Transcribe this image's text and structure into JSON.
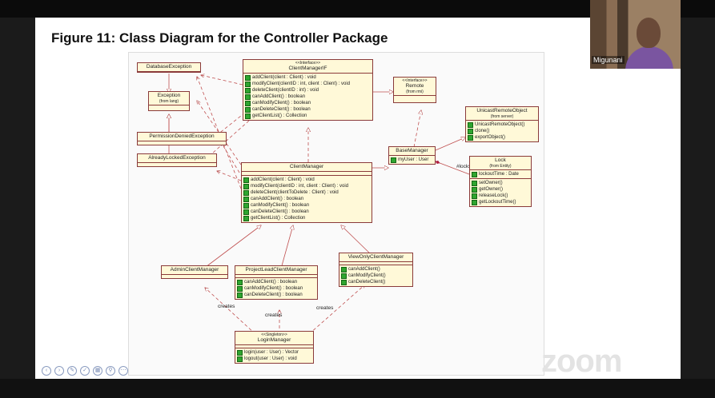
{
  "slide": {
    "title": "Figure 11:  Class Diagram for the Controller Package"
  },
  "diagram": {
    "classes": [
      {
        "id": "database-exception",
        "name": "DatabaseException",
        "ops": []
      },
      {
        "id": "exception",
        "name": "Exception",
        "sub": "(from lang)",
        "ops": []
      },
      {
        "id": "permission-denied-exception",
        "name": "PermissionDeniedException",
        "ops": []
      },
      {
        "id": "already-locked-exception",
        "name": "AlreadyLockedException",
        "ops": []
      },
      {
        "id": "client-manager-if",
        "stereo": "<<Interface>>",
        "name": "ClientManagerIF",
        "ops": [
          "addClient(client : Client) : void",
          "modifyClient(clientID : int, client : Client) : void",
          "deleteClient(clientID : int) : void",
          "canAddClient() : boolean",
          "canModifyClient() : boolean",
          "canDeleteClient() : boolean",
          "getClientList() : Collection"
        ]
      },
      {
        "id": "remote",
        "stereo": "<<Interface>>",
        "name": "Remote",
        "sub": "(from rmi)",
        "ops": []
      },
      {
        "id": "unicast-remote-object",
        "name": "UnicastRemoteObject",
        "sub": "(from server)",
        "ops": [
          "UnicastRemoteObject()",
          "clone()",
          "exportObject()"
        ]
      },
      {
        "id": "base-manager",
        "name": "BaseManager",
        "ops": [
          "myUser : User"
        ]
      },
      {
        "id": "lock",
        "name": "Lock",
        "sub": "(from Entity)",
        "ops": [
          "lockoutTime : Date",
          "setOwner()",
          "getOwner()",
          "releaseLock()",
          "getLockoutTime()"
        ]
      },
      {
        "id": "client-manager",
        "name": "ClientManager",
        "ops": [
          "addClient(client : Client) : void",
          "modifyClient(clientID : int, client : Client) : void",
          "deleteClient(clientToDelete : Client) : void",
          "canAddClient() : boolean",
          "canModifyClient() : boolean",
          "canDeleteClient() : boolean",
          "getClientList() : Collection"
        ]
      },
      {
        "id": "admin-client-manager",
        "name": "AdminClientManager",
        "ops": []
      },
      {
        "id": "project-lead-client-manager",
        "name": "ProjectLeadClientManager",
        "ops": [
          "canAddClient() : boolean",
          "canModifyClient() : boolean",
          "canDeleteClient() : boolean"
        ]
      },
      {
        "id": "view-only-client-manager",
        "name": "ViewOnlyClientManager",
        "ops": [
          "canAddClient()",
          "canModifyClient()",
          "canDeleteClient()"
        ]
      },
      {
        "id": "login-manager",
        "stereo": "<<Singleton>>",
        "name": "LoginManager",
        "ops": [
          "login(user : User) : Vector",
          "logout(user : User) : void"
        ]
      }
    ],
    "labels": {
      "locks": "#locks",
      "creates_left": "creates",
      "creates_mid": "creates",
      "creates_right": "creates"
    },
    "colors": {
      "class_fill": "#fff9d8",
      "class_border": "#8a3a3a",
      "op_icon": "#2fa52f"
    }
  },
  "toolbar": {
    "icons": [
      "prev-icon",
      "next-icon",
      "pen-icon",
      "highlighter-icon",
      "slides-icon",
      "zoom-icon",
      "more-icon"
    ]
  },
  "zoom_logo": "zoom",
  "webcam": {
    "name": "Migunani"
  }
}
